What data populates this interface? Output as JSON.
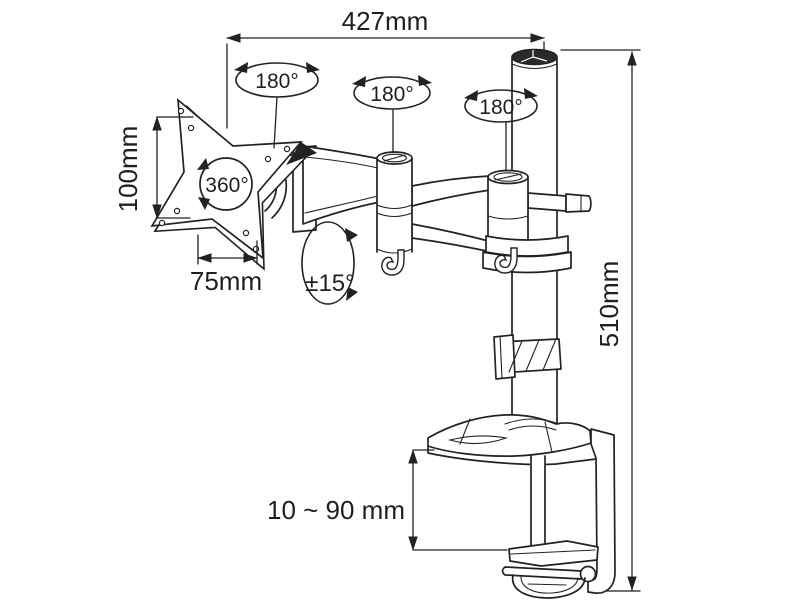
{
  "diagram": {
    "colors": {
      "background": "#ffffff",
      "line": "#222222",
      "pole_cap_fill": "#2a2a2a"
    },
    "dimensions": {
      "arm_span": "427mm",
      "plate_height": "100mm",
      "plate_width": "75mm",
      "pole_height": "510mm",
      "clamp_range": "10 ~ 90 mm"
    },
    "rotations": {
      "plate_spin": "360°",
      "joint1_swivel": "180°",
      "joint2_swivel": "180°",
      "joint3_swivel": "180°",
      "tilt": "±15°"
    }
  }
}
